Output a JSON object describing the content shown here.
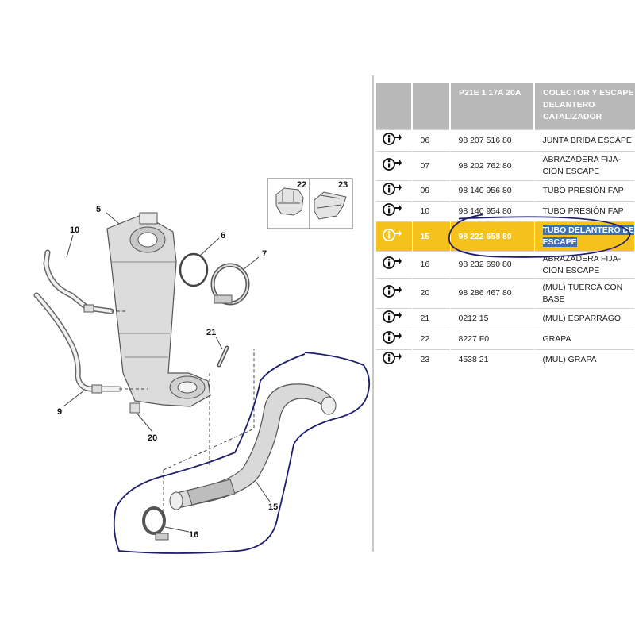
{
  "table": {
    "headers": [
      "",
      "",
      "P21E 1 17A 20A",
      "COLECTOR Y ESCAPE DELANTERO CATALIZADOR"
    ],
    "rows": [
      {
        "ref": "06",
        "number": "98 207 516 80",
        "description": "JUNTA BRIDA ESCAPE"
      },
      {
        "ref": "07",
        "number": "98 202 762 80",
        "description": "ABRAZADERA FIJA-CION ESCAPE"
      },
      {
        "ref": "09",
        "number": "98 140 956 80",
        "description": "TUBO PRESIÓN FAP"
      },
      {
        "ref": "10",
        "number": "98 140 954 80",
        "description": "TUBO PRESIÓN FAP"
      },
      {
        "ref": "15",
        "number": "98 222 658 80",
        "description": "TUBO DELANTERO DE ESCAPE",
        "highlighted": true
      },
      {
        "ref": "16",
        "number": "98 232 690 80",
        "description": "ABRAZADERA FIJA-CION ESCAPE"
      },
      {
        "ref": "20",
        "number": "98 286 467 80",
        "description": "(MUL) TUERCA CON BASE"
      },
      {
        "ref": "21",
        "number": "0212 15",
        "description": "(MUL) ESPÁRRAGO"
      },
      {
        "ref": "22",
        "number": "8227 F0",
        "description": "GRAPA"
      },
      {
        "ref": "23",
        "number": "4538 21",
        "description": "(MUL) GRAPA"
      }
    ]
  },
  "diagram": {
    "labels": [
      "5",
      "6",
      "7",
      "9",
      "10",
      "15",
      "16",
      "20",
      "21",
      "22",
      "23"
    ]
  },
  "icons": {
    "row_icon": "info-arrow-icon"
  },
  "colors": {
    "highlight_row": "#f4c21a",
    "header_bg": "#b9b9b9",
    "annotation_ink": "#1e1e6e",
    "selection": "#3b6fb0"
  }
}
